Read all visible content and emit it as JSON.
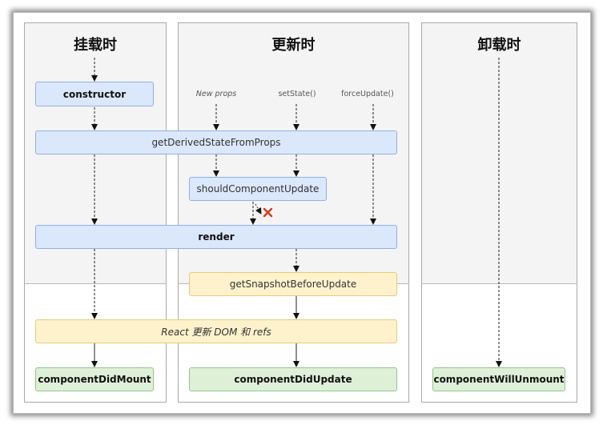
{
  "columns": {
    "mount": "挂载时",
    "update": "更新时",
    "unmount": "卸载时"
  },
  "triggers": {
    "new_props": "New props",
    "set_state": "setState()",
    "force_update": "forceUpdate()"
  },
  "methods": {
    "constructor": "constructor",
    "get_derived_state": "getDerivedStateFromProps",
    "should_update": "shouldComponentUpdate",
    "render": "render",
    "snapshot": "getSnapshotBeforeUpdate",
    "react_dom": "React 更新 DOM 和 refs",
    "did_mount": "componentDidMount",
    "did_update": "componentDidUpdate",
    "will_unmount": "componentWillUnmount"
  },
  "colors": {
    "render_phase_box": "#dbe7fb",
    "pre_commit_box": "#fdf2cc",
    "commit_box": "#dff0d8",
    "cancel_mark": "#d43a1f"
  }
}
